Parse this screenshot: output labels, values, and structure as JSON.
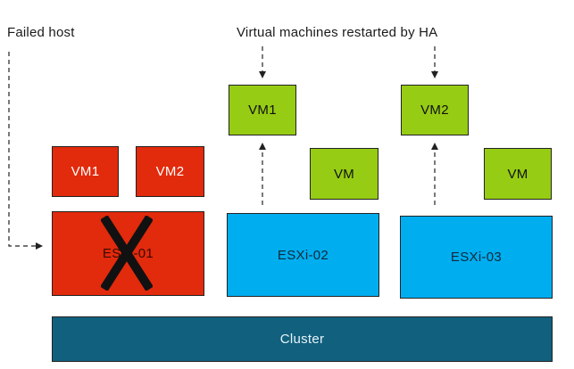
{
  "labels": {
    "failed_host": "Failed host",
    "restarted": "Virtual machines restarted by HA"
  },
  "failed_vms": {
    "vm1": "VM1",
    "vm2": "VM2"
  },
  "restarted_vms": {
    "vm1": "VM1",
    "vm2": "VM2"
  },
  "existing_vms": {
    "host2": "VM",
    "host3": "VM"
  },
  "hosts": {
    "esxi01": "ESXi-01",
    "esxi02": "ESXi-02",
    "esxi03": "ESXi-03"
  },
  "cluster": "Cluster",
  "colors": {
    "failed": "#e22a0c",
    "vm": "#96cc14",
    "host": "#00aef0",
    "cluster": "#11607e"
  },
  "icons": {
    "failure_mark": "x-mark-icon"
  }
}
